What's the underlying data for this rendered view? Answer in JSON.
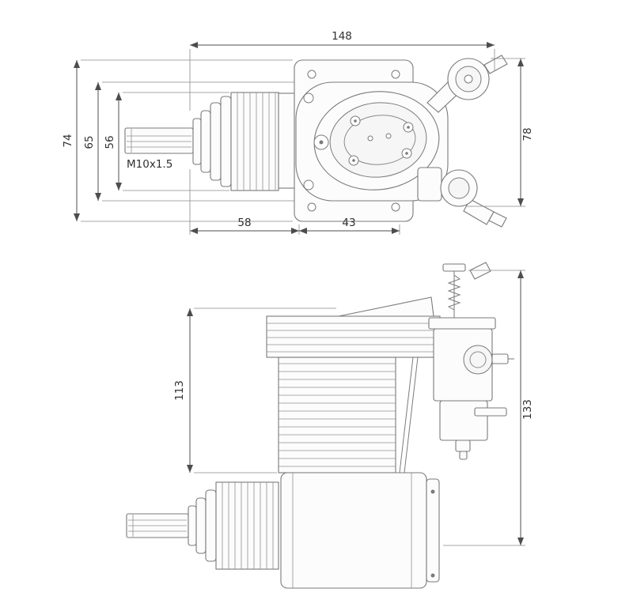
{
  "top_view": {
    "dims": {
      "overall_length": "148",
      "right_height": "78",
      "left_outer_height": "74",
      "left_mid_height": "65",
      "left_inner_height": "56",
      "bottom_left_length": "58",
      "bottom_right_length": "43"
    },
    "thread_label": "M10x1.5"
  },
  "side_view": {
    "dims": {
      "left_height": "113",
      "right_height": "133"
    }
  }
}
